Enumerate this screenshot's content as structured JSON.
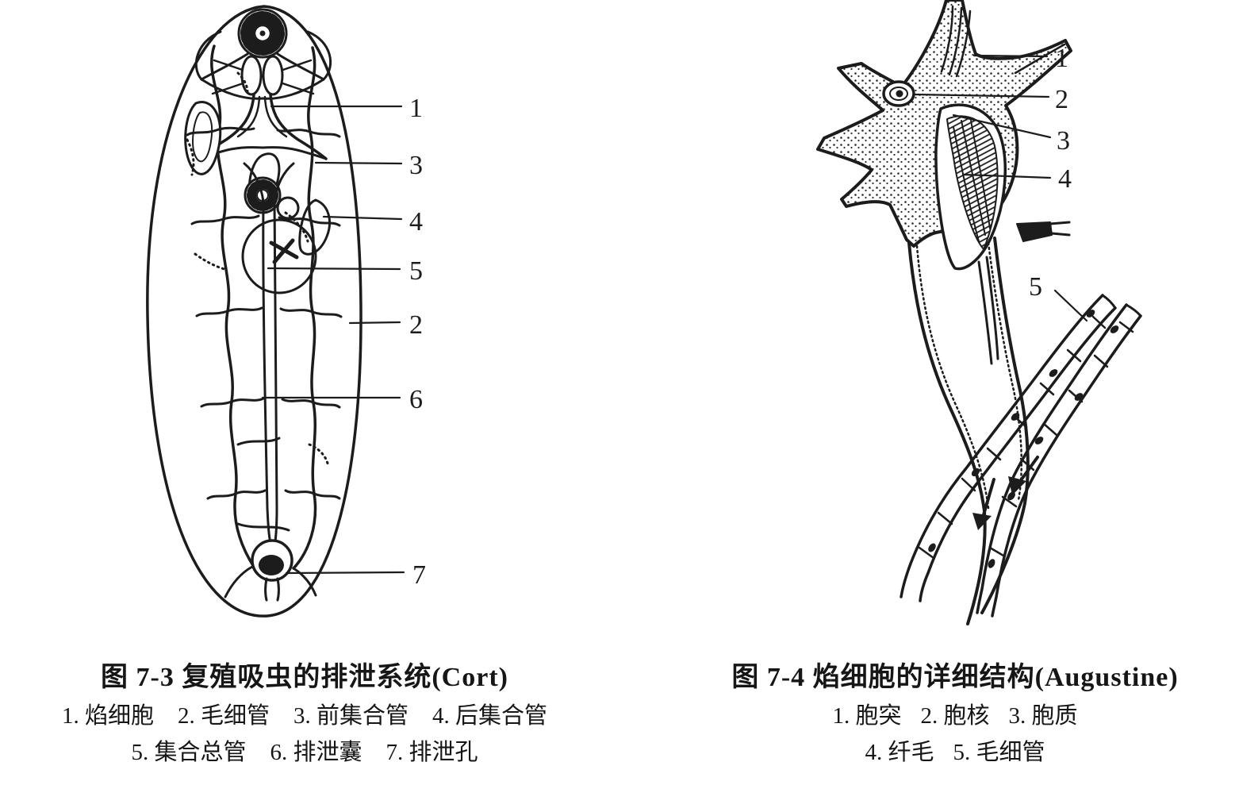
{
  "page": {
    "paper_color": "#ffffff",
    "ink_color": "#1c1c1c"
  },
  "figure1": {
    "name": "fluke-excretory-system",
    "callouts": [
      "1",
      "3",
      "4",
      "5",
      "2",
      "6",
      "7"
    ],
    "caption": {
      "title": "图 7-3  复殖吸虫的排泄系统(Cort)",
      "line1_items": [
        "1. 焰细胞",
        "2. 毛细管",
        "3. 前集合管",
        "4. 后集合管"
      ],
      "line2_items": [
        "5. 集合总管",
        "6. 排泄囊",
        "7. 排泄孔"
      ]
    }
  },
  "figure2": {
    "name": "flame-cell-structure",
    "callouts": [
      "1",
      "2",
      "3",
      "4",
      "5"
    ],
    "caption": {
      "title": "图 7-4  焰细胞的详细结构(Augustine)",
      "line1_items": [
        "1. 胞突",
        "2. 胞核",
        "3. 胞质"
      ],
      "line2_items": [
        "4. 纤毛",
        "5. 毛细管"
      ]
    }
  }
}
